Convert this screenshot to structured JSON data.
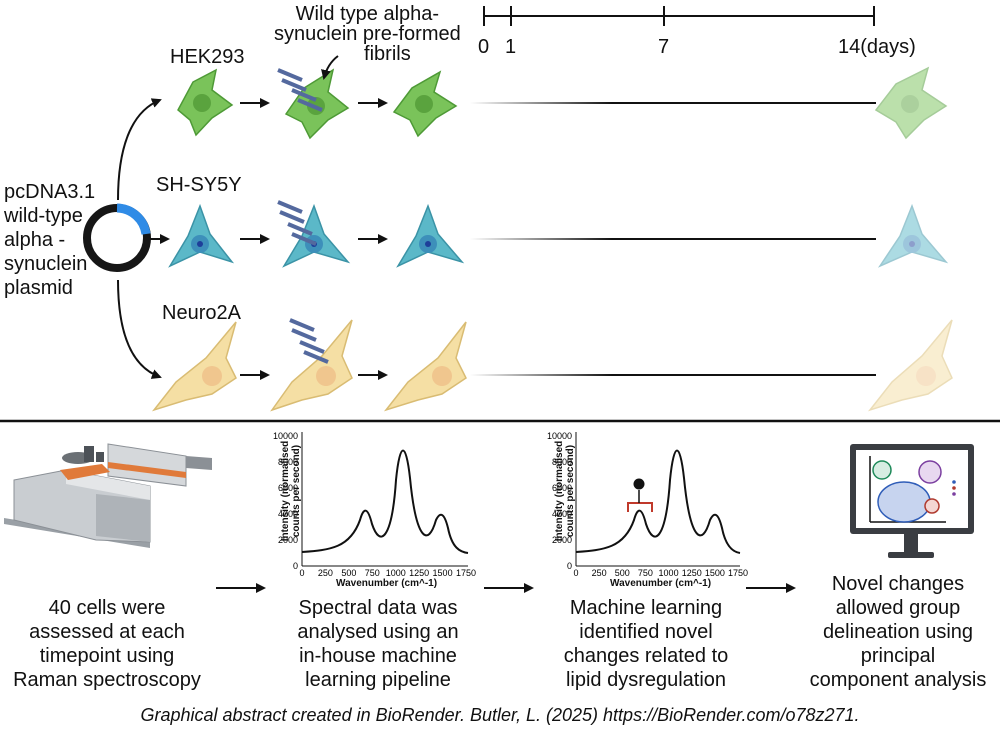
{
  "plasmid": {
    "lines": [
      "pcDNA3.1",
      "wild-type",
      "alpha -",
      "synuclein",
      "plasmid"
    ]
  },
  "pff_label": {
    "lines": [
      "Wild type alpha-",
      "synuclein pre-formed",
      "fibrils"
    ]
  },
  "cell_lines": [
    {
      "name": "HEK293",
      "color": "#7ac35a"
    },
    {
      "name": "SH-SY5Y",
      "color": "#5bb8c8"
    },
    {
      "name": "Neuro2A",
      "color": "#f5dfa4"
    }
  ],
  "timeline": {
    "ticks": [
      "0",
      "1",
      "7",
      "14(days)"
    ]
  },
  "workflow": {
    "step1": {
      "lines": [
        "40 cells were",
        "assessed at each",
        "timepoint using",
        "Raman spectroscopy"
      ]
    },
    "step2": {
      "lines": [
        "Spectral data was",
        "analysed using an",
        "in-house machine",
        "learning pipeline"
      ]
    },
    "step3": {
      "lines": [
        "Machine learning",
        "identified novel",
        "changes related to",
        "lipid dysregulation"
      ]
    },
    "step4": {
      "lines": [
        "Novel changes",
        "allowed group",
        "delineation using",
        "principal",
        "component analysis"
      ]
    }
  },
  "spectra": [
    {
      "ylabel_lines": [
        "Intensity (normalised",
        "counts per second)"
      ],
      "xlabel": "Wavenumber (cm^-1)",
      "yticks": [
        "0",
        "2000",
        "4000",
        "6000",
        "8000",
        "10000"
      ],
      "xticks": [
        "0",
        "250",
        "500",
        "750",
        "1000",
        "1250",
        "1500",
        "1750"
      ]
    },
    {
      "ylabel_lines": [
        "Intensity (normalised",
        "counts per second)"
      ],
      "xlabel": "Wavenumber (cm^-1)",
      "yticks": [
        "0",
        "2000",
        "4000",
        "6000",
        "8000",
        "10000"
      ],
      "xticks": [
        "0",
        "250",
        "500",
        "750",
        "1000",
        "1250",
        "1500",
        "1750"
      ]
    }
  ],
  "footer": "Graphical abstract created in BioRender. Butler, L. (2025) https://BioRender.com/o78z271."
}
